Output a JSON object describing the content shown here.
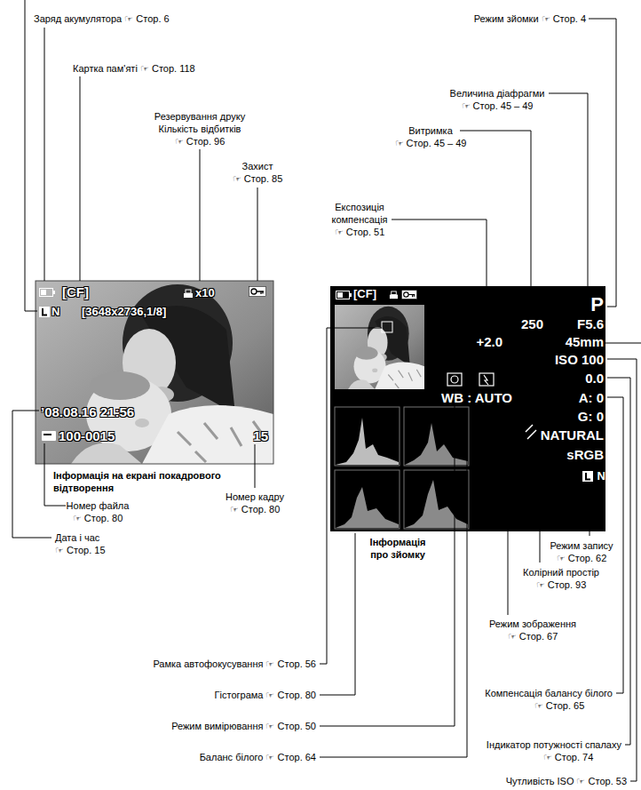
{
  "diagram": {
    "labels": [
      "Заряд акумулятора ☞ Стор. 6",
      "Картка пам'яті ☞ Стор. 118",
      "Резервування друку",
      "Кількість відбитків",
      "☞ Стор. 96",
      "Захист",
      "☞ Стор. 85",
      "Режим зйомки ☞ Стор. 4",
      "Величина діафрагми",
      "☞ Стор. 45 – 49",
      "Витримка",
      "☞ Стор. 45 – 49",
      "Експозиція",
      "компенсація",
      "☞ Стор. 51",
      "[CF]",
      "x10",
      "N",
      "[3648x2736,1/8]",
      "’08.08.16 21:56",
      "100-0015",
      "15",
      "Інформація на екрані покадрового",
      "відтворення",
      "Номер файла",
      "☞ Стор. 80",
      "Номер кадру",
      "☞ Стор. 80",
      "Дата і час",
      "☞ Стор. 15",
      "[CF]",
      "P",
      "250",
      "F5.6",
      "+2.0",
      "45mm",
      "ISO 100",
      "0.0",
      "WB : AUTO",
      "A: 0",
      "G: 0",
      "NATURAL",
      "sRGB",
      "N",
      "Інформація",
      "про зйомку",
      "Режим запису",
      "☞ Стор. 62",
      "Колірний простір",
      "☞ Стор. 93",
      "Режим зображення",
      "☞ Стор. 67",
      "Компенсація балансу білого",
      "☞ Стор. 65",
      "Індикатор потужності спалаху",
      "☞ Стор. 74",
      "Чутливість ISO ☞ Стор. 53",
      "Рамка автофокусування ☞ Стор. 56",
      "Гістограма ☞ Стор. 80",
      "Режим вимірювання ☞ Стор. 50",
      "Баланс білого ☞ Стор. 64"
    ]
  }
}
